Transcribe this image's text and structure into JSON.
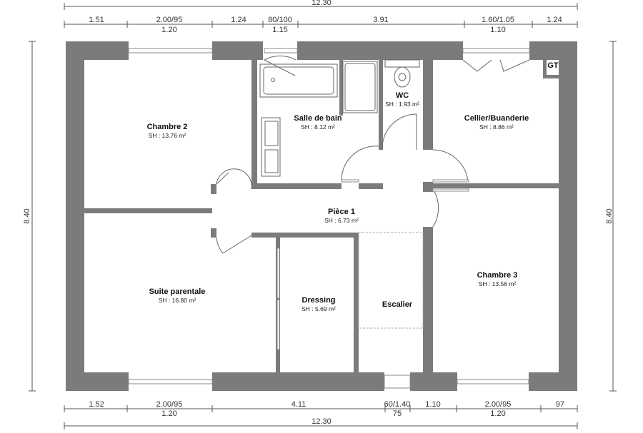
{
  "plan": {
    "overall_width": "12.30",
    "overall_height": "8.40",
    "top_dimensions": {
      "upper": [
        "1.51",
        "2.00/95",
        "1.24",
        "80/100",
        "3.91",
        "1.60/1.05",
        "1.24"
      ],
      "lower": [
        "1.20",
        "1.15",
        "1.10"
      ]
    },
    "bottom_dimensions": {
      "upper": [
        "1.52",
        "2.00/95",
        "4.11",
        "60/1.40",
        "1.10",
        "2.00/95",
        "97"
      ],
      "lower": [
        "1.20",
        "75",
        "1.20"
      ]
    },
    "rooms": [
      {
        "name": "Chambre 2",
        "area": "SH : 13.76 m²"
      },
      {
        "name": "Salle de bain",
        "area": "SH : 8.12 m²"
      },
      {
        "name": "WC",
        "area": "SH : 1.93 m²"
      },
      {
        "name": "Cellier/Buanderie",
        "area": "SH : 8.86 m²"
      },
      {
        "name": "Pièce 1",
        "area": "SH : 6.73 m²"
      },
      {
        "name": "Suite parentale",
        "area": "SH : 16.80 m²"
      },
      {
        "name": "Dressing",
        "area": "SH : 5.69 m²"
      },
      {
        "name": "Escalier"
      },
      {
        "name": "Chambre 3",
        "area": "SH : 13.56 m²"
      }
    ],
    "gt_label": "GT",
    "colors": {
      "wall": "#7b7b7b"
    }
  }
}
